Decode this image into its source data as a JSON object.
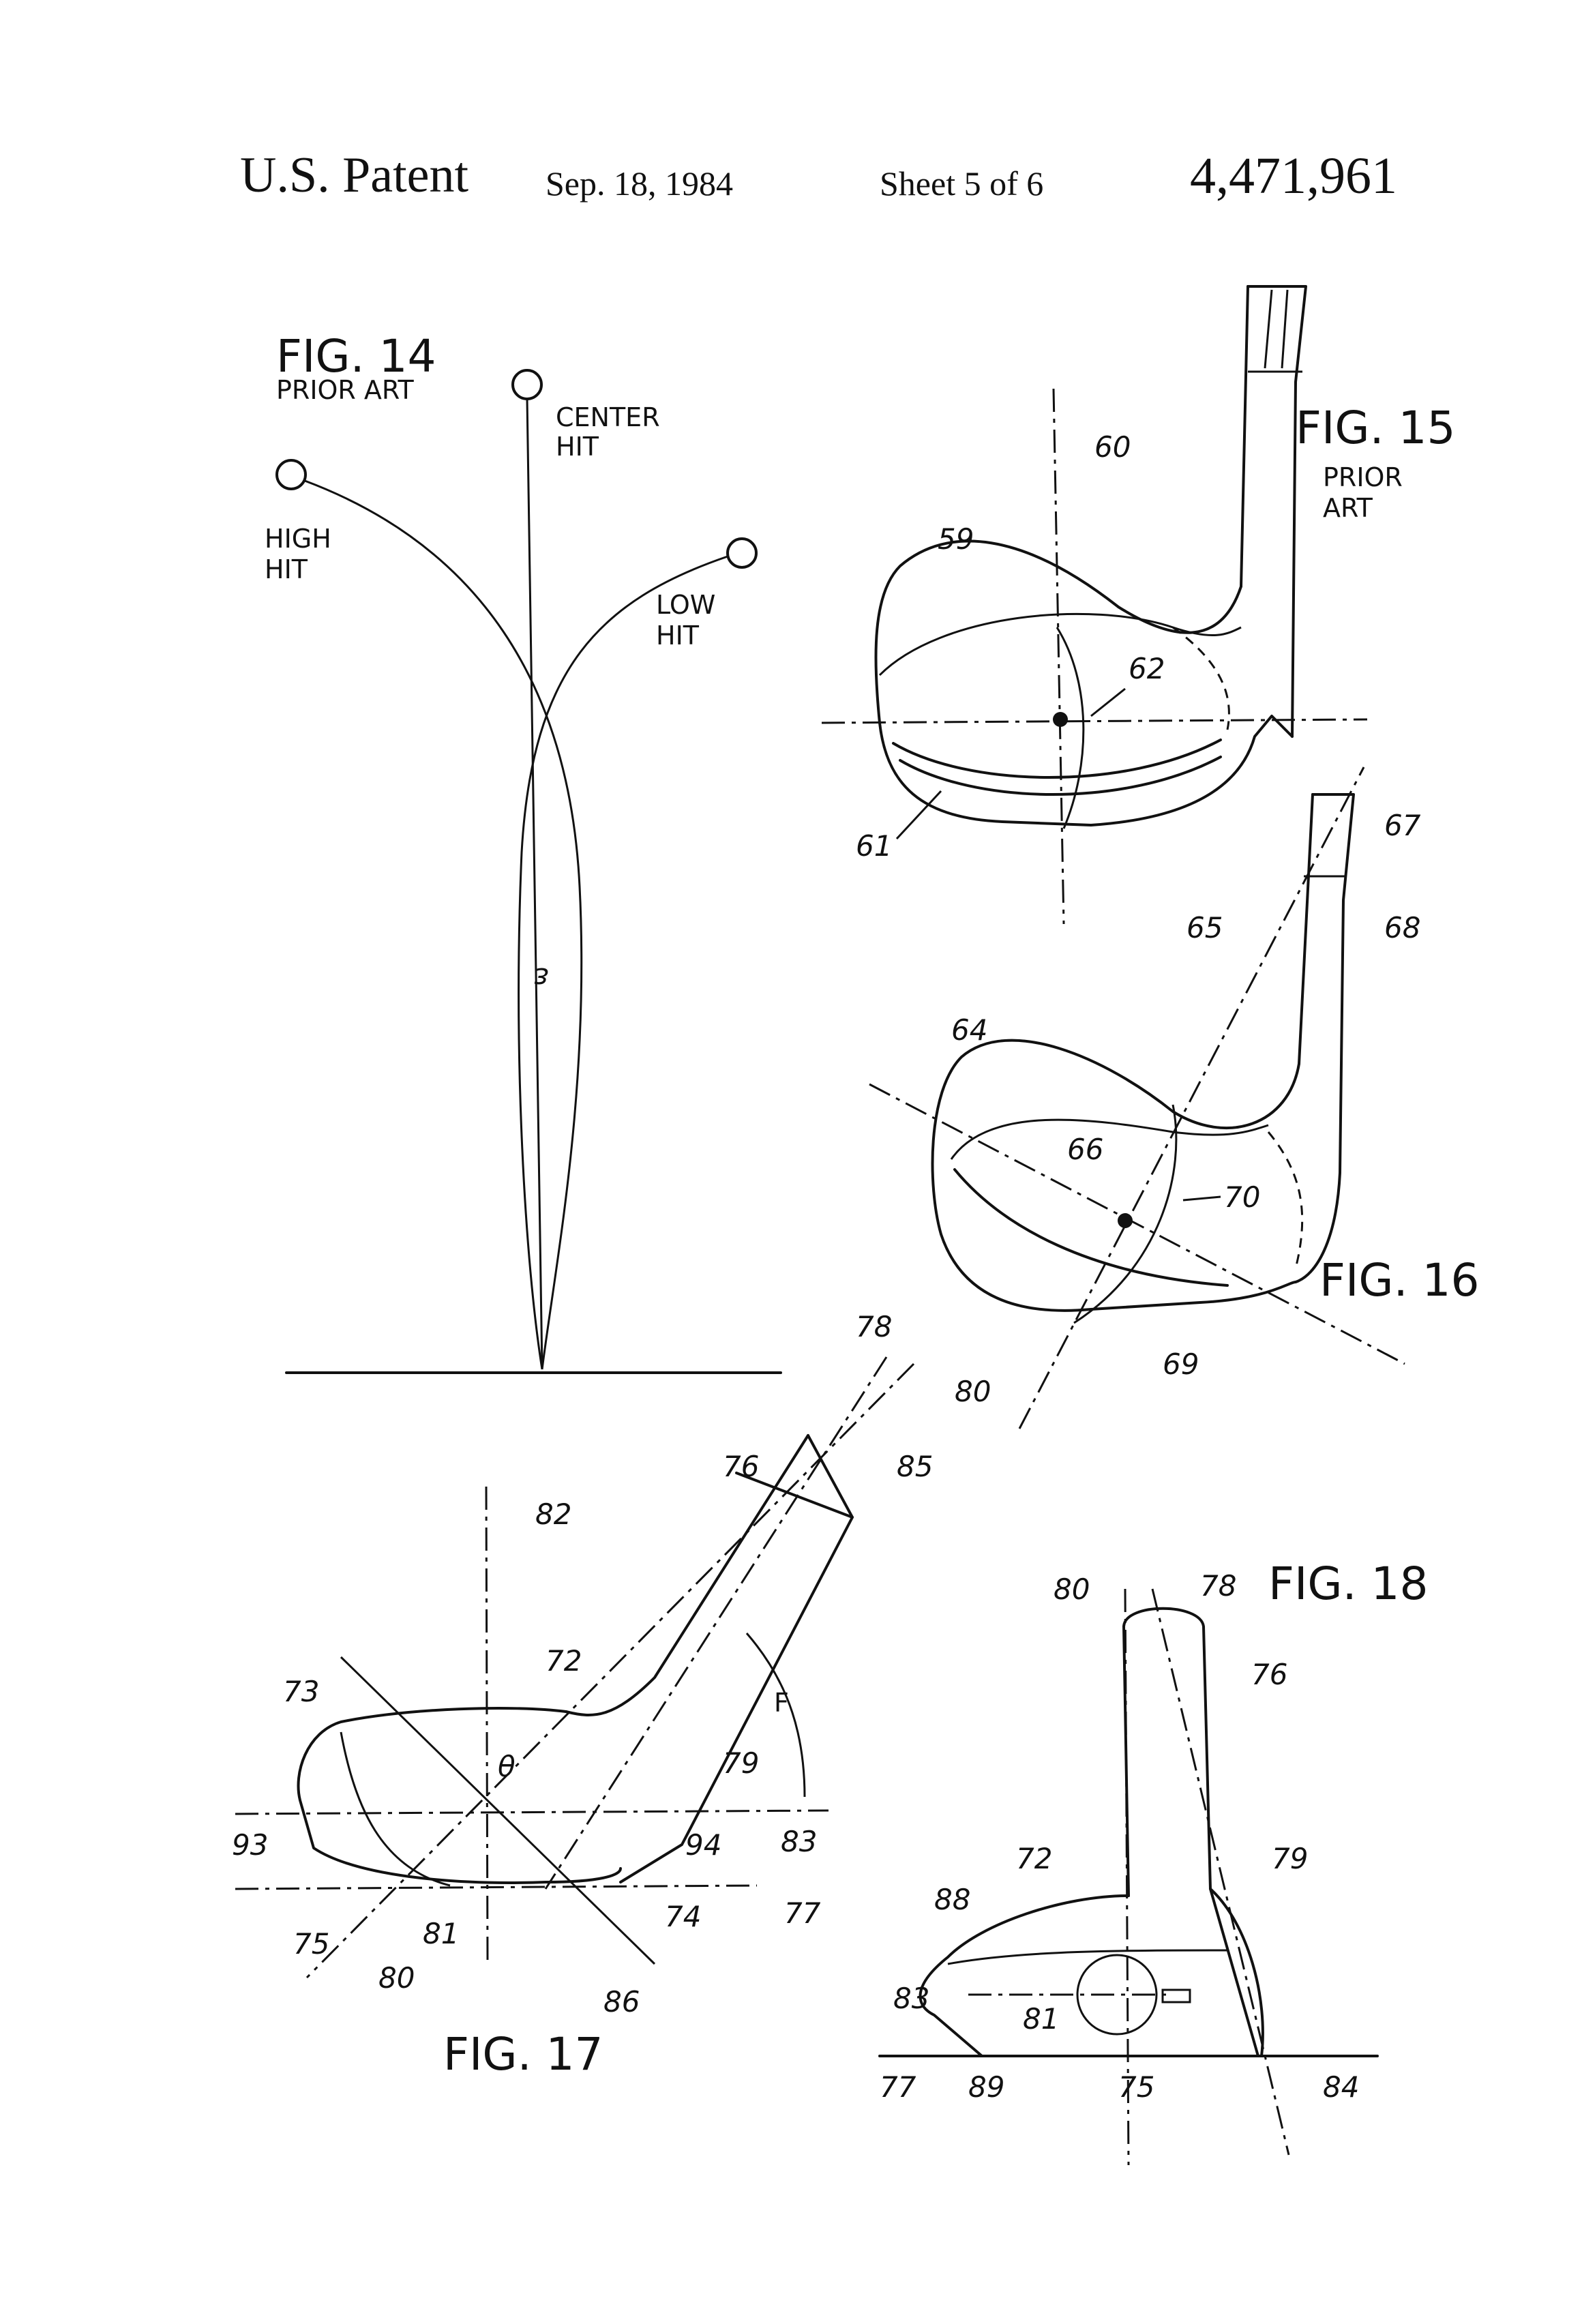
{
  "header": {
    "title": "U.S. Patent",
    "date": "Sep. 18, 1984",
    "sheet": "Sheet 5 of 6",
    "patent_number": "4,471,961"
  },
  "fig14": {
    "label": "FIG. 14",
    "sublabel": "PRIOR ART",
    "center_hit": [
      "CENTER",
      "HIT"
    ],
    "high_hit": [
      "HIGH",
      "HIT"
    ],
    "low_hit": [
      "LOW",
      "HIT"
    ],
    "epsilon": "ε"
  },
  "fig15": {
    "label": "FIG. 15",
    "sublabel": [
      "PRIOR",
      "ART"
    ],
    "refs": [
      "60",
      "59",
      "62",
      "61"
    ]
  },
  "fig16": {
    "label": "FIG. 16",
    "refs": [
      "67",
      "65",
      "68",
      "64",
      "66",
      "70",
      "69"
    ]
  },
  "fig17": {
    "label": "FIG. 17",
    "refs": [
      "78",
      "80",
      "76",
      "85",
      "82",
      "72",
      "73",
      "F",
      "79",
      "93",
      "83",
      "94",
      "75",
      "81",
      "74",
      "77",
      "80",
      "86"
    ],
    "theta": "θ"
  },
  "fig18": {
    "label": "FIG. 18",
    "refs": [
      "80",
      "78",
      "76",
      "72",
      "79",
      "88",
      "83",
      "81",
      "77",
      "89",
      "75",
      "84"
    ]
  }
}
